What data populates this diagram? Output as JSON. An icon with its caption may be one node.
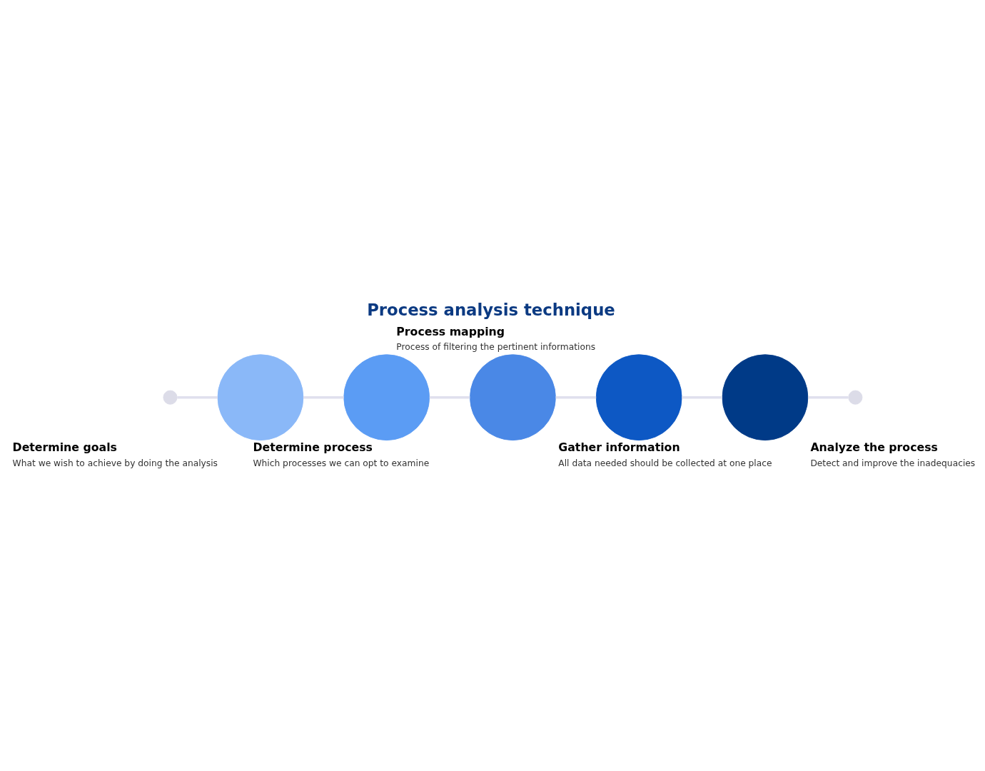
{
  "diagram": {
    "title": "Process analysis technique",
    "nodes": [
      {
        "text": [],
        "shape": "circle"
      },
      {
        "text": [],
        "shape": "circle",
        "beside": [
          "Determine goals",
          "What we wish to achieve by doing the analysis"
        ]
      },
      {
        "text": [],
        "shape": "circle",
        "beside": [
          "Determine process",
          "Which processes we can opt to examine"
        ]
      },
      {
        "text": [],
        "shape": "circle",
        "beside": [
          "Gather information",
          "All data needed should be collected at one place"
        ]
      },
      {
        "text": [],
        "shape": "circle",
        "beside": [
          "Process mapping",
          "Process of filtering the pertinent informations"
        ]
      },
      {
        "text": [],
        "shape": "circle",
        "beside": [
          "Analyze the process",
          "Detect and improve the inadequacies"
        ]
      },
      {
        "text": [],
        "shape": "circle"
      }
    ],
    "edges": [
      {
        "from": 0,
        "to": 1,
        "arrow": "none"
      },
      {
        "from": 1,
        "to": 2,
        "arrow": "none"
      },
      {
        "from": 2,
        "to": 3,
        "arrow": "none"
      },
      {
        "from": 3,
        "to": 4,
        "arrow": "none"
      },
      {
        "from": 4,
        "to": 5,
        "arrow": "none"
      },
      {
        "from": 5,
        "to": 6,
        "arrow": "none"
      }
    ]
  }
}
